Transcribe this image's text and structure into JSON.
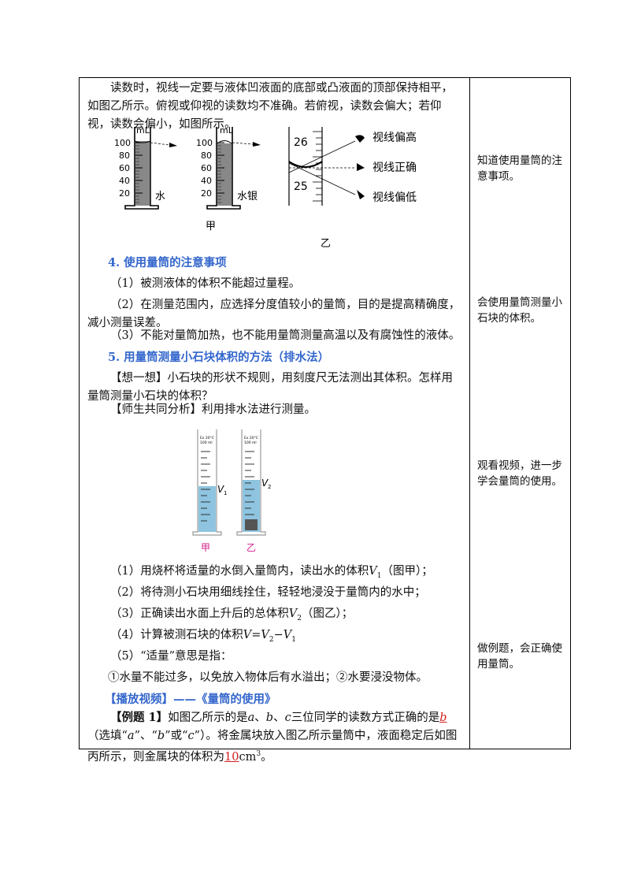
{
  "intro": "读数时，视线一定要与液体凹液面的底部或凸液面的顶部保持相平，如图乙所示。俯视或仰视的读数均不准确。若俯视，读数会偏大；若仰视，读数会偏小，如图所示。",
  "fig1": {
    "unit": "mL",
    "ticks": [
      "100",
      "80",
      "60",
      "40",
      "20"
    ],
    "water": "水",
    "mercury": "水银",
    "label_jia": "甲",
    "label_yi": "乙",
    "num_top": "26",
    "num_bottom": "25",
    "view_high": "视线偏高",
    "view_ok": "视线正确",
    "view_low": "视线偏低"
  },
  "section4": {
    "title": "4. 使用量筒的注意事项",
    "items": [
      "（1）被测液体的体积不能超过量程。",
      "（2）在测量范围内，应选择分度值较小的量筒，目的是提高精确度，减小测量误差。",
      "（3）不能对量筒加热，也不能用量筒测量高温以及有腐蚀性的液体。"
    ]
  },
  "section5": {
    "title": "5. 用量筒测量小石块体积的方法（排水法）",
    "think": "【想一想】小石块的形状不规则，用刻度尺无法测出其体积。怎样用量筒测量小石块的体积？",
    "analysis": "【师生共同分析】利用排水法进行测量。"
  },
  "fig2": {
    "label_jia": "甲",
    "label_yi": "乙",
    "v1": "V",
    "v1_sub": "1",
    "v2": "V",
    "v2_sub": "2",
    "cyl_text1": "Ex 20°C",
    "cyl_text2": "100 ml"
  },
  "steps": {
    "s1_a": "（1）用烧杯将适量的水倒入量筒内，读出水的体积",
    "s1_var": "V",
    "s1_sub": "1",
    "s1_b": "（图甲）；",
    "s2": "（2）将待测小石块用细线拴住，轻轻地浸没于量筒内的水中；",
    "s3_a": "（3）正确读出水面上升后的总体积",
    "s3_var": "V",
    "s3_sub": "2",
    "s3_b": "（图乙）；",
    "s4_a": "（4）计算被测石块的体积",
    "s4_formula": "V=V",
    "s4_sub2": "2",
    "s4_minus": "−V",
    "s4_sub1": "1",
    "s5": "（5）“适量”意思是指：",
    "s6": "①水量不能过多，以免放入物体后有水溢出；②水要浸没物体。"
  },
  "video": "【播放视频】——《量筒的使用》",
  "example": {
    "label": "【例题 1】",
    "t1": "如图乙所示的是",
    "a": "a",
    "sep1": "、",
    "b": "b",
    "sep2": "、",
    "c": "c",
    "t2": "三位同学的读数方式正确的是",
    "answer1": "b",
    "t3": "（选填“",
    "qa": "a",
    "q1": "”、“",
    "qb": "b",
    "q2": "”或“",
    "qc": "c",
    "q3": "”）。将金属块放入图乙所示量筒中，液面稳定后如图丙所示，则金属块的体积为",
    "answer2": "10",
    "unit": "cm",
    "unit_sup": "3",
    "end": "。"
  },
  "side_notes": [
    "知道使用量筒的注意事项。",
    "会使用量筒测量小石块的体积。",
    "观看视频，进一步学会量筒的使用。",
    "做例题，会正确使用量筒。"
  ]
}
